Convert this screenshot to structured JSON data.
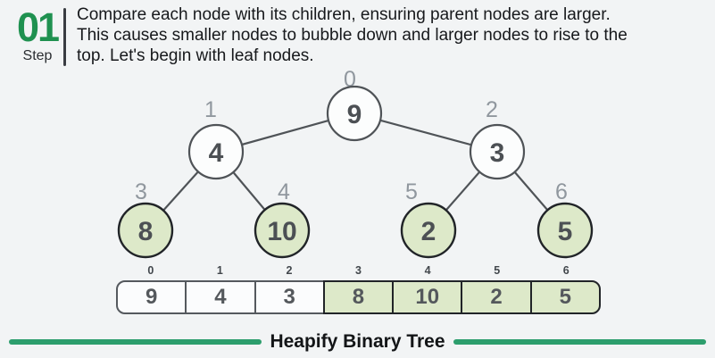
{
  "step": {
    "number": "01",
    "label": "Step"
  },
  "description": {
    "line1": "Compare each node with its children, ensuring parent nodes are larger.",
    "line2": "This causes smaller nodes to bubble down and larger nodes to rise to the",
    "line3": "top. Let's begin with leaf nodes."
  },
  "tree": {
    "nodes": [
      {
        "index": "0",
        "value": "9",
        "highlighted": false
      },
      {
        "index": "1",
        "value": "4",
        "highlighted": false
      },
      {
        "index": "2",
        "value": "3",
        "highlighted": false
      },
      {
        "index": "3",
        "value": "8",
        "highlighted": true
      },
      {
        "index": "4",
        "value": "10",
        "highlighted": true
      },
      {
        "index": "5",
        "value": "2",
        "highlighted": true
      },
      {
        "index": "6",
        "value": "5",
        "highlighted": true
      }
    ],
    "edges": [
      [
        "0",
        "1"
      ],
      [
        "0",
        "2"
      ],
      [
        "1",
        "3"
      ],
      [
        "1",
        "4"
      ],
      [
        "2",
        "5"
      ],
      [
        "2",
        "6"
      ]
    ]
  },
  "array": {
    "cells": [
      {
        "index": "0",
        "value": "9",
        "highlighted": false
      },
      {
        "index": "1",
        "value": "4",
        "highlighted": false
      },
      {
        "index": "2",
        "value": "3",
        "highlighted": false
      },
      {
        "index": "3",
        "value": "8",
        "highlighted": true
      },
      {
        "index": "4",
        "value": "10",
        "highlighted": true
      },
      {
        "index": "5",
        "value": "2",
        "highlighted": true
      },
      {
        "index": "6",
        "value": "5",
        "highlighted": true
      }
    ]
  },
  "footer": {
    "title": "Heapify Binary Tree"
  },
  "colors": {
    "accent_green": "#1f9150",
    "line_green": "#2d9e6d",
    "leaf_fill": "#dde9c9",
    "node_fill": "#fcfdfd",
    "background": "#f2f4f5"
  }
}
